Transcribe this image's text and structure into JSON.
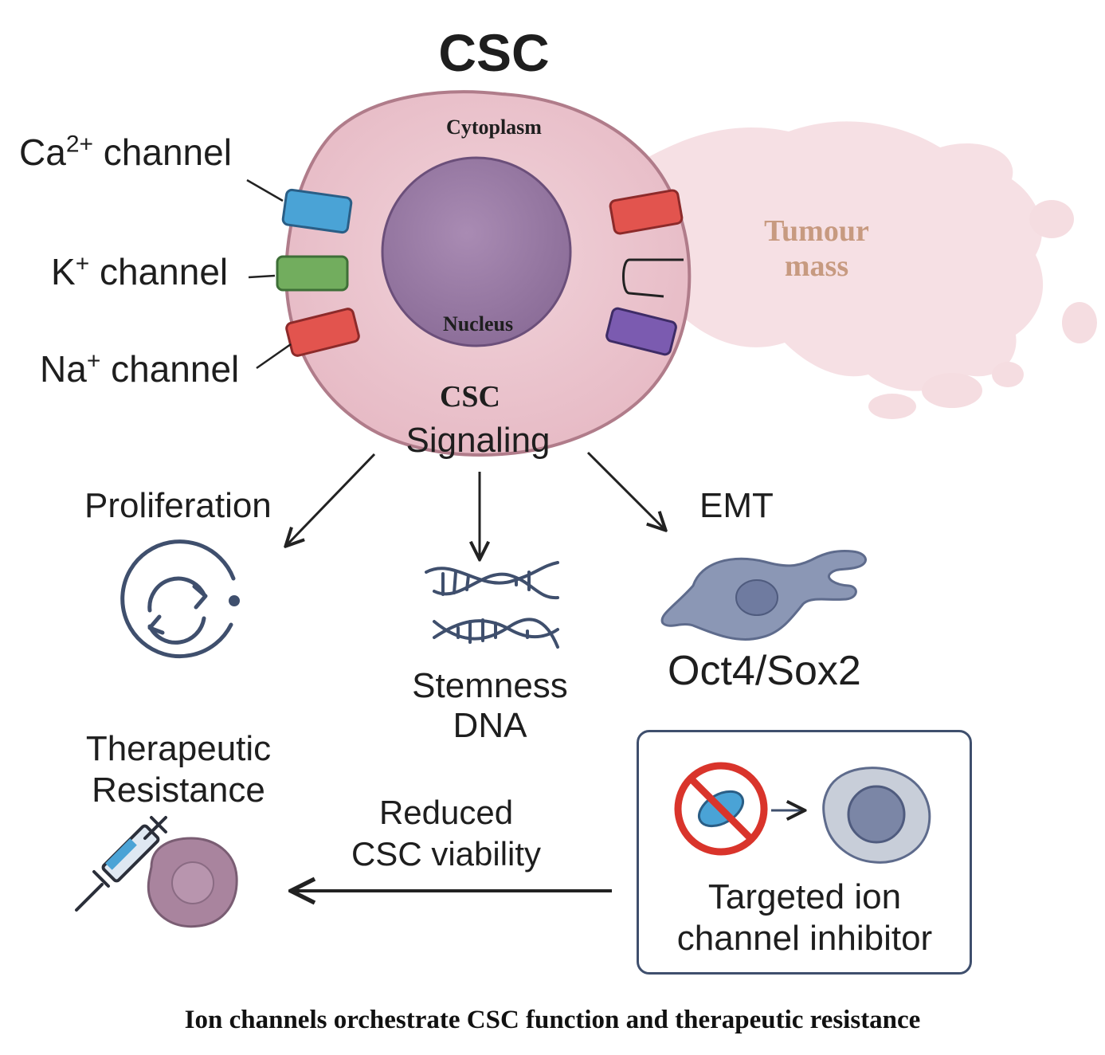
{
  "diagram": {
    "title": "CSC",
    "cell": {
      "cytoplasm_label": "Cytoplasm",
      "nucleus_label": "Nucleus",
      "signaling_line1": "CSC",
      "signaling_line2": "Signaling"
    },
    "channels": {
      "ca_prefix": "Ca",
      "ca_charge": "2+",
      "k_prefix": "K",
      "k_charge": "+",
      "na_prefix": "Na",
      "na_charge": "+",
      "suffix": " channel"
    },
    "tumour": {
      "line1": "Tumour",
      "line2": "mass"
    },
    "outcomes": {
      "proliferation": "Proliferation",
      "emt": "EMT",
      "stemness_line1": "Stemness",
      "stemness_line2": "DNA",
      "oct_sox": "Oct4/Sox2",
      "resistance_line1": "Therapeutic",
      "resistance_line2": "Resistance"
    },
    "inhibitor": {
      "line1": "Targeted ion",
      "line2": "channel inhibitor"
    },
    "reduced": {
      "line1": "Reduced",
      "line2": "CSC viability"
    },
    "caption": "Ion channels orchestrate CSC function and therapeutic resistance",
    "colors": {
      "cell_fill": "#ecc6cf",
      "cell_stroke": "#b07c8a",
      "nucleus_fill": "#9b7ca6",
      "tumour_fill": "#f5dde1",
      "tumour_text": "#c79a80",
      "ca_channel": "#4aa3d6",
      "k_channel": "#72ad5e",
      "na_channel": "#e2544e",
      "purple_channel": "#7b5bb0",
      "icon_navy": "#3f4f6d",
      "emt_cell": "#8b97b5",
      "resistance_cell": "#a9849e",
      "no_sign": "#d9342b"
    }
  }
}
